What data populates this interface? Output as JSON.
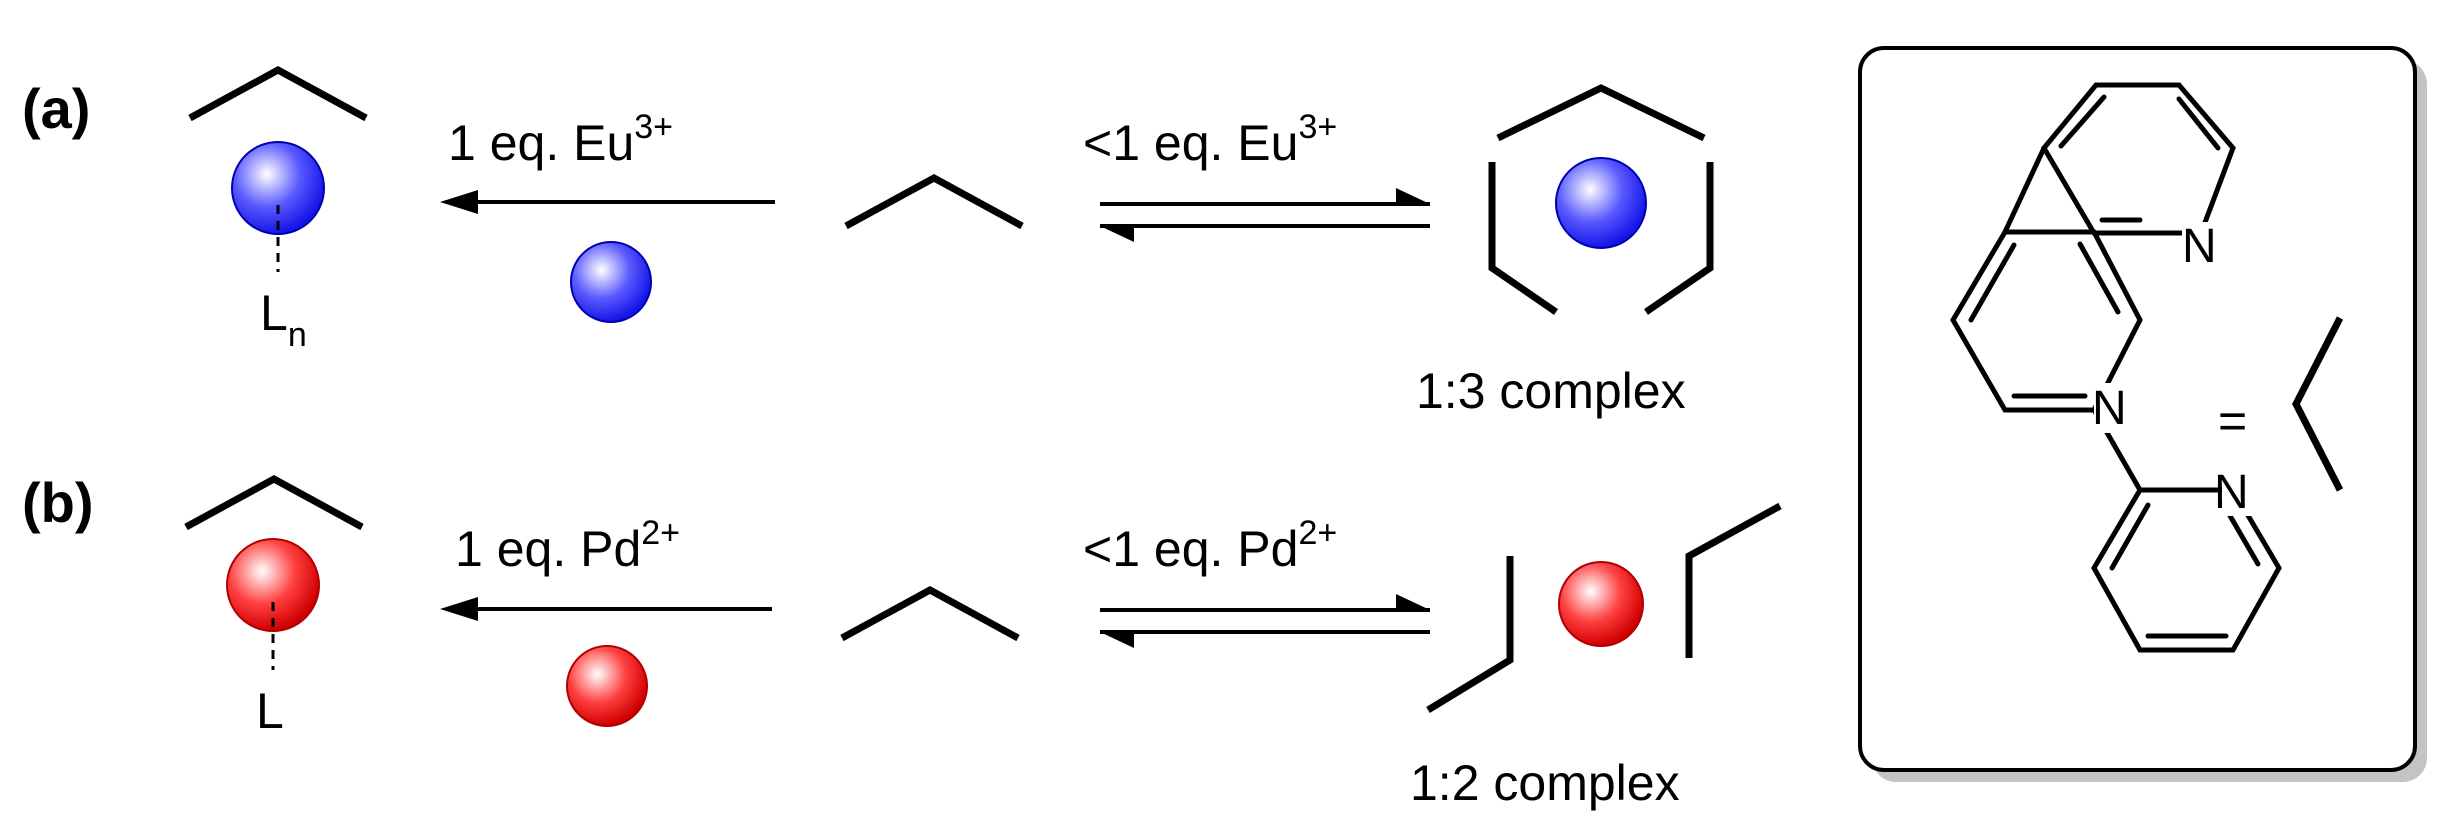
{
  "scheme_a": {
    "label": "(a)",
    "metal_color": "#2323ff",
    "left_condition": "1 eq. Eu",
    "left_condition_charge": "3+",
    "ligand_sub": "L",
    "ligand_sub_index": "n",
    "right_condition": "<1 eq. Eu",
    "right_condition_charge": "3+",
    "complex_caption": "1:3 complex"
  },
  "scheme_b": {
    "label": "(b)",
    "metal_color": "#ee1111",
    "left_condition": "1 eq. Pd",
    "left_condition_charge": "2+",
    "ligand_sub": "L",
    "right_condition": "<1 eq. Pd",
    "right_condition_charge": "2+",
    "complex_caption": "1:2 complex"
  },
  "legend": {
    "atom_N_top": "N",
    "atom_N_mid": "N",
    "atom_N_bot": "N",
    "equals": "="
  }
}
